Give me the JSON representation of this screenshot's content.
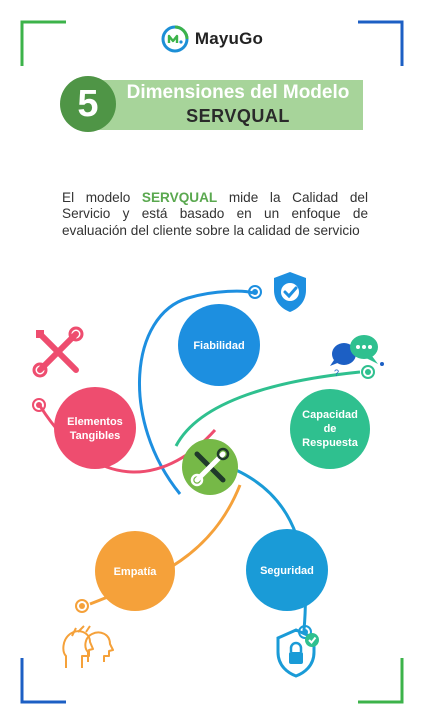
{
  "brand": {
    "name": "MayuGo"
  },
  "title": {
    "number": "5",
    "line1": "Dimensiones del Modelo",
    "line2": "SERVQUAL"
  },
  "intro": {
    "prefix": "El modelo ",
    "highlight": "SERVQUAL",
    "suffix": " mide la Calidad del Servicio y está basado en un enfoque de evaluación del cliente sobre la calidad de servicio"
  },
  "dimensions": [
    {
      "key": "fiabilidad",
      "label_lines": [
        "Fiabilidad"
      ],
      "color": "#1d8fe0",
      "icon": "shield-check-icon"
    },
    {
      "key": "capacidad",
      "label_lines": [
        "Capacidad",
        "de",
        "Respuesta"
      ],
      "color": "#2fc08f",
      "icon": "chat-bubbles-icon"
    },
    {
      "key": "seguridad",
      "label_lines": [
        "Seguridad"
      ],
      "color": "#1a9bd7",
      "icon": "shield-lock-icon"
    },
    {
      "key": "empatia",
      "label_lines": [
        "Empatía"
      ],
      "color": "#f5a13a",
      "icon": "empathy-heads-icon"
    },
    {
      "key": "elementos",
      "label_lines": [
        "Elementos",
        "Tangibles"
      ],
      "color": "#ee4d6f",
      "icon": "tools-icon"
    }
  ],
  "center": {
    "icon": "tools-icon",
    "color": "#76b947"
  },
  "colors": {
    "green": "#4f9546",
    "light_green": "#a7d49a",
    "blue": "#1c5fc4"
  }
}
